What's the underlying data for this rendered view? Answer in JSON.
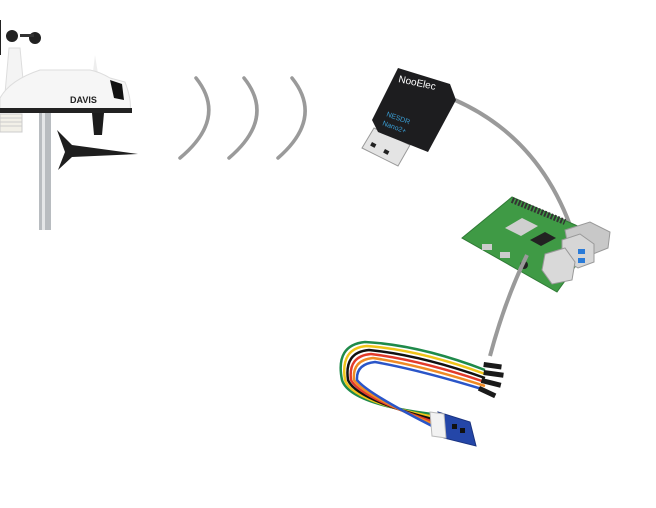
{
  "weather_station": {
    "brand": "DAVIS"
  },
  "sdr_dongle": {
    "brand": "NooElec",
    "model_line1": "NESDR",
    "model_line2": "Nano2+"
  },
  "colors": {
    "cable": "#9a9a9a",
    "signal_arcs": "#9a9a9a",
    "pcb_green": "#3f9a45",
    "sensor_blue": "#2446a8",
    "dongle_body": "#1d1d1f",
    "dongle_text": "#3aa0d8"
  }
}
